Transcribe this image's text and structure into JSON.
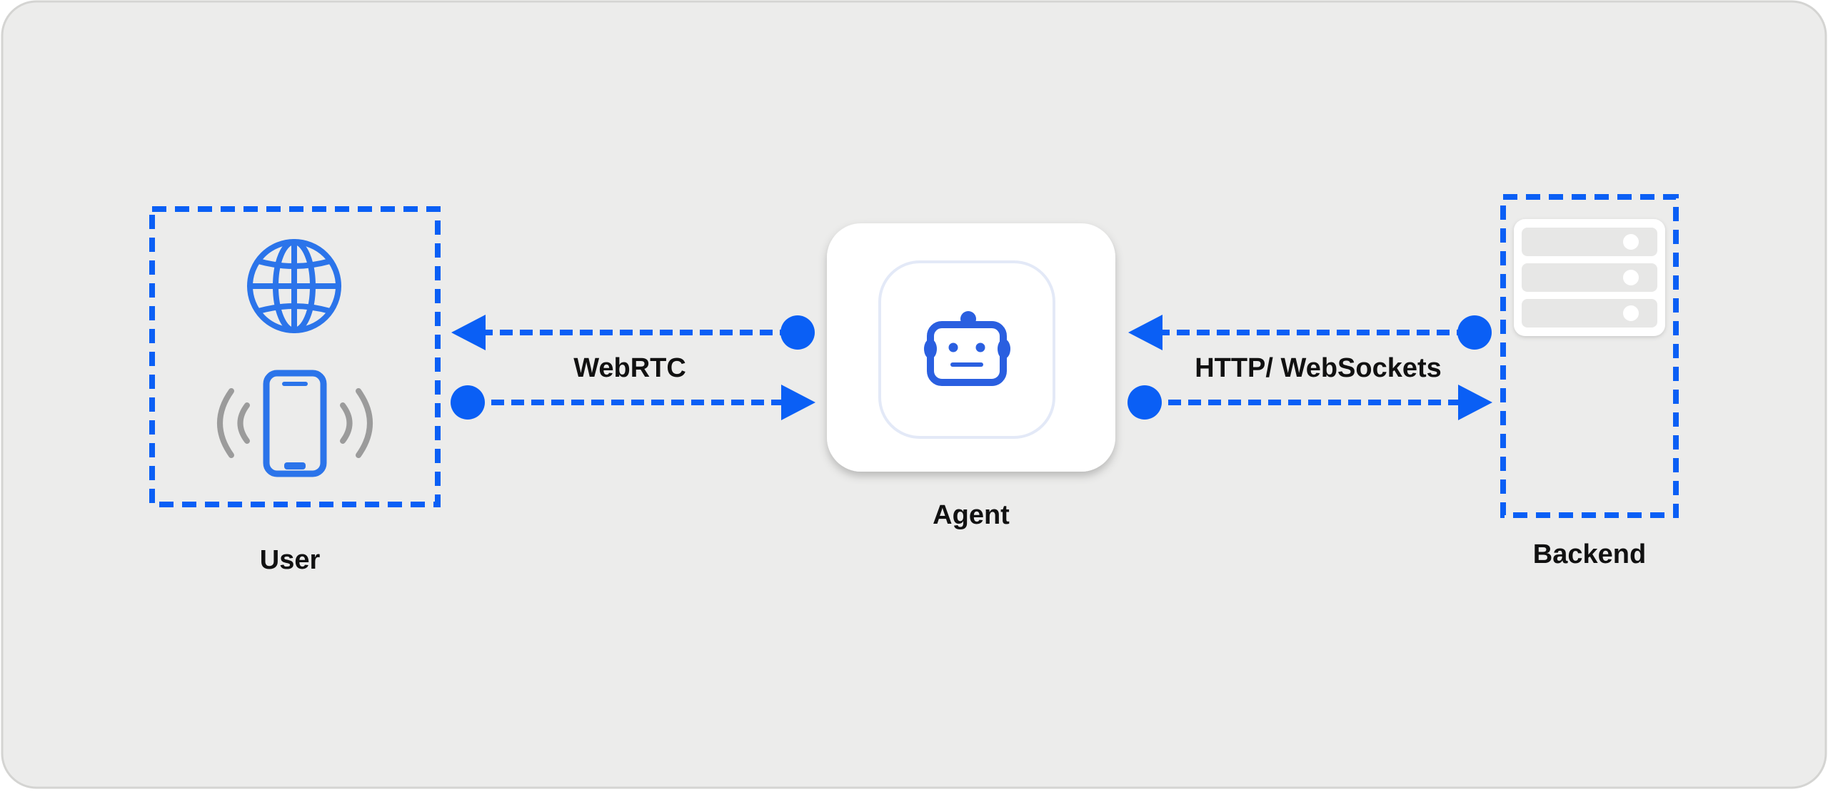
{
  "nodes": {
    "user": {
      "label": "User",
      "icons": [
        "globe-icon",
        "smartphone-vibrating-icon"
      ]
    },
    "agent": {
      "label": "Agent",
      "icons": [
        "robot-icon"
      ]
    },
    "backend": {
      "label": "Backend",
      "icons": [
        "server-rack-icon"
      ]
    }
  },
  "connections": {
    "user_agent": {
      "label": "WebRTC",
      "direction": "bidirectional"
    },
    "agent_backend": {
      "label": "HTTP/ WebSockets",
      "direction": "bidirectional"
    }
  },
  "colors": {
    "background": "#ececeb",
    "accent": "#0a5ff5",
    "icon_blue": "#2b74ea",
    "robot_blue": "#2a5fe0",
    "vibration_gray": "#9b9b9b",
    "card": "#ffffff",
    "text": "#111111"
  }
}
